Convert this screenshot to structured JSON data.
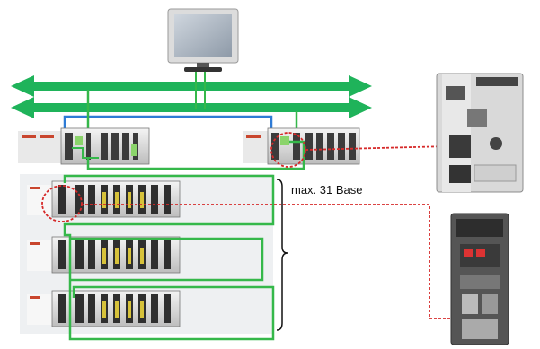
{
  "expansion": {
    "label": "max. 31 Base"
  },
  "colors": {
    "network_green": "#1fb35a",
    "cable_blue": "#2e7bd6",
    "cable_green": "#35b84a",
    "highlight_red": "#d62a2a",
    "panel_gray": "#eef0f2"
  },
  "icons": [
    "monitor-icon",
    "cpu-module-photo",
    "io-module-photo"
  ]
}
